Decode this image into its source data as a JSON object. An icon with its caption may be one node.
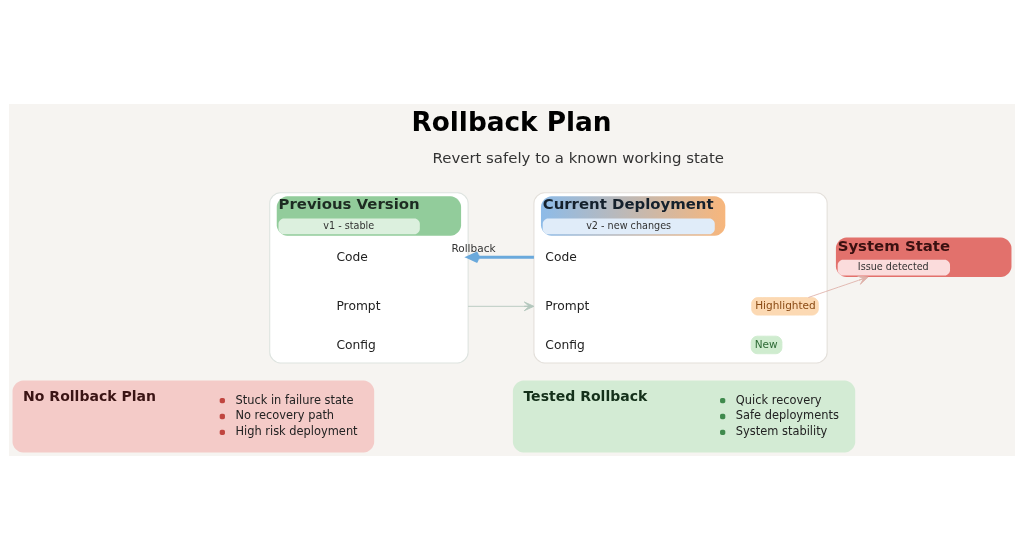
{
  "diagram": {
    "title": "Rollback Plan",
    "nodes": [
      {
        "text": [
          "Previous Version",
          "v1 - stable"
        ]
      },
      {
        "text": [
          "Code"
        ],
        "in": 0
      },
      {
        "text": [
          "Prompt"
        ],
        "in": 0
      },
      {
        "text": [
          "Config"
        ],
        "in": 0
      },
      {
        "text": [
          "Current Deployment",
          "v2 - new changes"
        ]
      },
      {
        "text": [
          "Code"
        ],
        "in": 4
      },
      {
        "text": [
          "Prompt"
        ],
        "in": 4
      },
      {
        "text": [
          "Highlighted"
        ],
        "in": 4
      },
      {
        "text": [
          "Config"
        ],
        "in": 4
      },
      {
        "text": [
          "New"
        ],
        "in": 4
      },
      {
        "text": [
          "System State",
          "Issue detected"
        ]
      },
      {
        "text": [
          "No Rollback Plan",
          "Stuck in failure state",
          "No recovery path",
          "High risk deployment"
        ]
      },
      {
        "text": [
          "Tested Rollback",
          "Quick recovery",
          "Safe deployments",
          "System stability"
        ]
      }
    ],
    "edges": [
      {
        "from": 0,
        "to": 4,
        "arrow": "to",
        "color": "#b3c7bd"
      },
      {
        "from": 4,
        "to": 0,
        "arrow": "to",
        "label": "Rollback",
        "style": "thick",
        "color": "#6aa9dc"
      },
      {
        "from": 7,
        "to": 10,
        "arrow": "to",
        "color": "#dfb1a9"
      }
    ],
    "labels": [
      "Revert safely to a known working state"
    ]
  }
}
